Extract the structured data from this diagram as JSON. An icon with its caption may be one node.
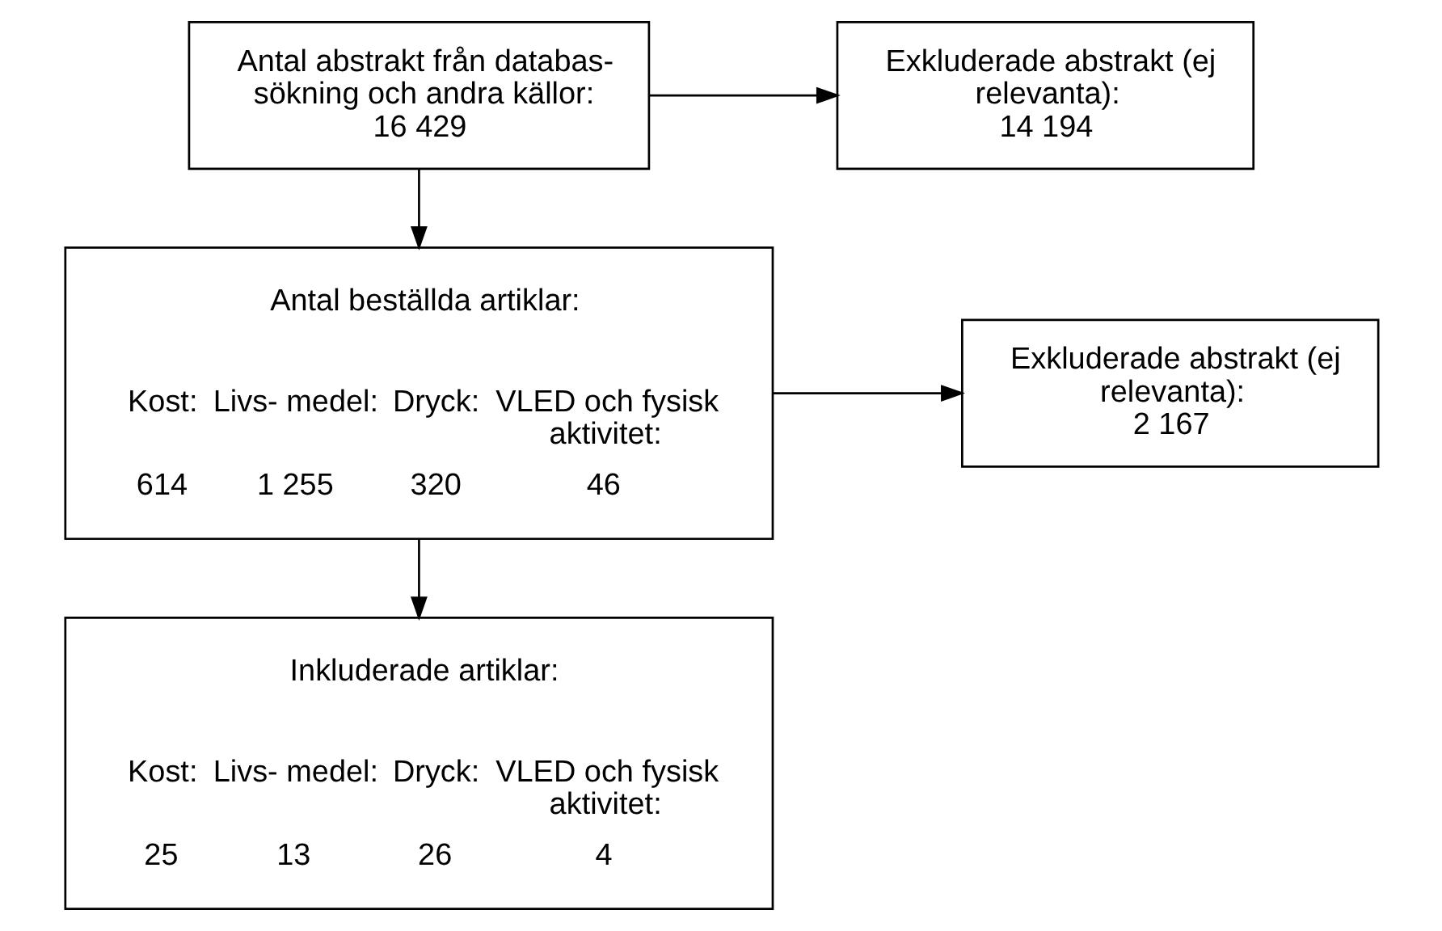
{
  "diagram": {
    "nodes": [
      {
        "text": [
          "Antal abstrakt från databas- sökning och andra källor:",
          "16 429"
        ]
      },
      {
        "text": [
          "Exkluderade abstrakt (ej relevanta):",
          "14 194"
        ]
      },
      {
        "text": [
          "Antal beställda artiklar:",
          "Kost:",
          "Livs- medel:",
          "Dryck:",
          "VLED och fysisk aktivitet:",
          "614",
          "1 255",
          "320",
          "46"
        ]
      },
      {
        "text": [
          "Exkluderade abstrakt (ej relevanta):",
          "2 167"
        ]
      },
      {
        "text": [
          "Inkluderade artiklar:",
          "Kost:",
          "Livs- medel:",
          "Dryck:",
          "VLED och fysisk aktivitet:",
          "25",
          "13",
          "26",
          "4"
        ]
      }
    ],
    "edges": [
      {
        "from": 0,
        "to": 1,
        "arrow": "to"
      },
      {
        "from": 0,
        "to": 2,
        "arrow": "to"
      },
      {
        "from": 2,
        "to": 3,
        "arrow": "to"
      },
      {
        "from": 2,
        "to": 4,
        "arrow": "to"
      }
    ]
  }
}
